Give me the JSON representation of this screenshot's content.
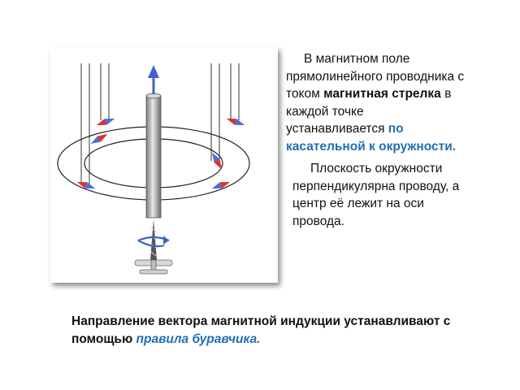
{
  "paragraph1": {
    "pre": "В магнитном поле прямолинейного проводника с током ",
    "bold": "магнитная стрелка",
    "mid": " в каждой точке устанавливается ",
    "blue": "по касательной к окружности."
  },
  "paragraph2": {
    "text": "Плоскость окружности перпендикулярна проводу, а центр её лежит на оси провода."
  },
  "bottom": {
    "pre": "Направление вектора магнитной индукции устанавливают с помощью ",
    "highlight": "правила буравчика."
  },
  "colors": {
    "accent_blue": "#1f6fb5",
    "needle_red": "#e03030",
    "needle_blue": "#4a6fd8",
    "arrow_blue": "#3e63c9"
  }
}
